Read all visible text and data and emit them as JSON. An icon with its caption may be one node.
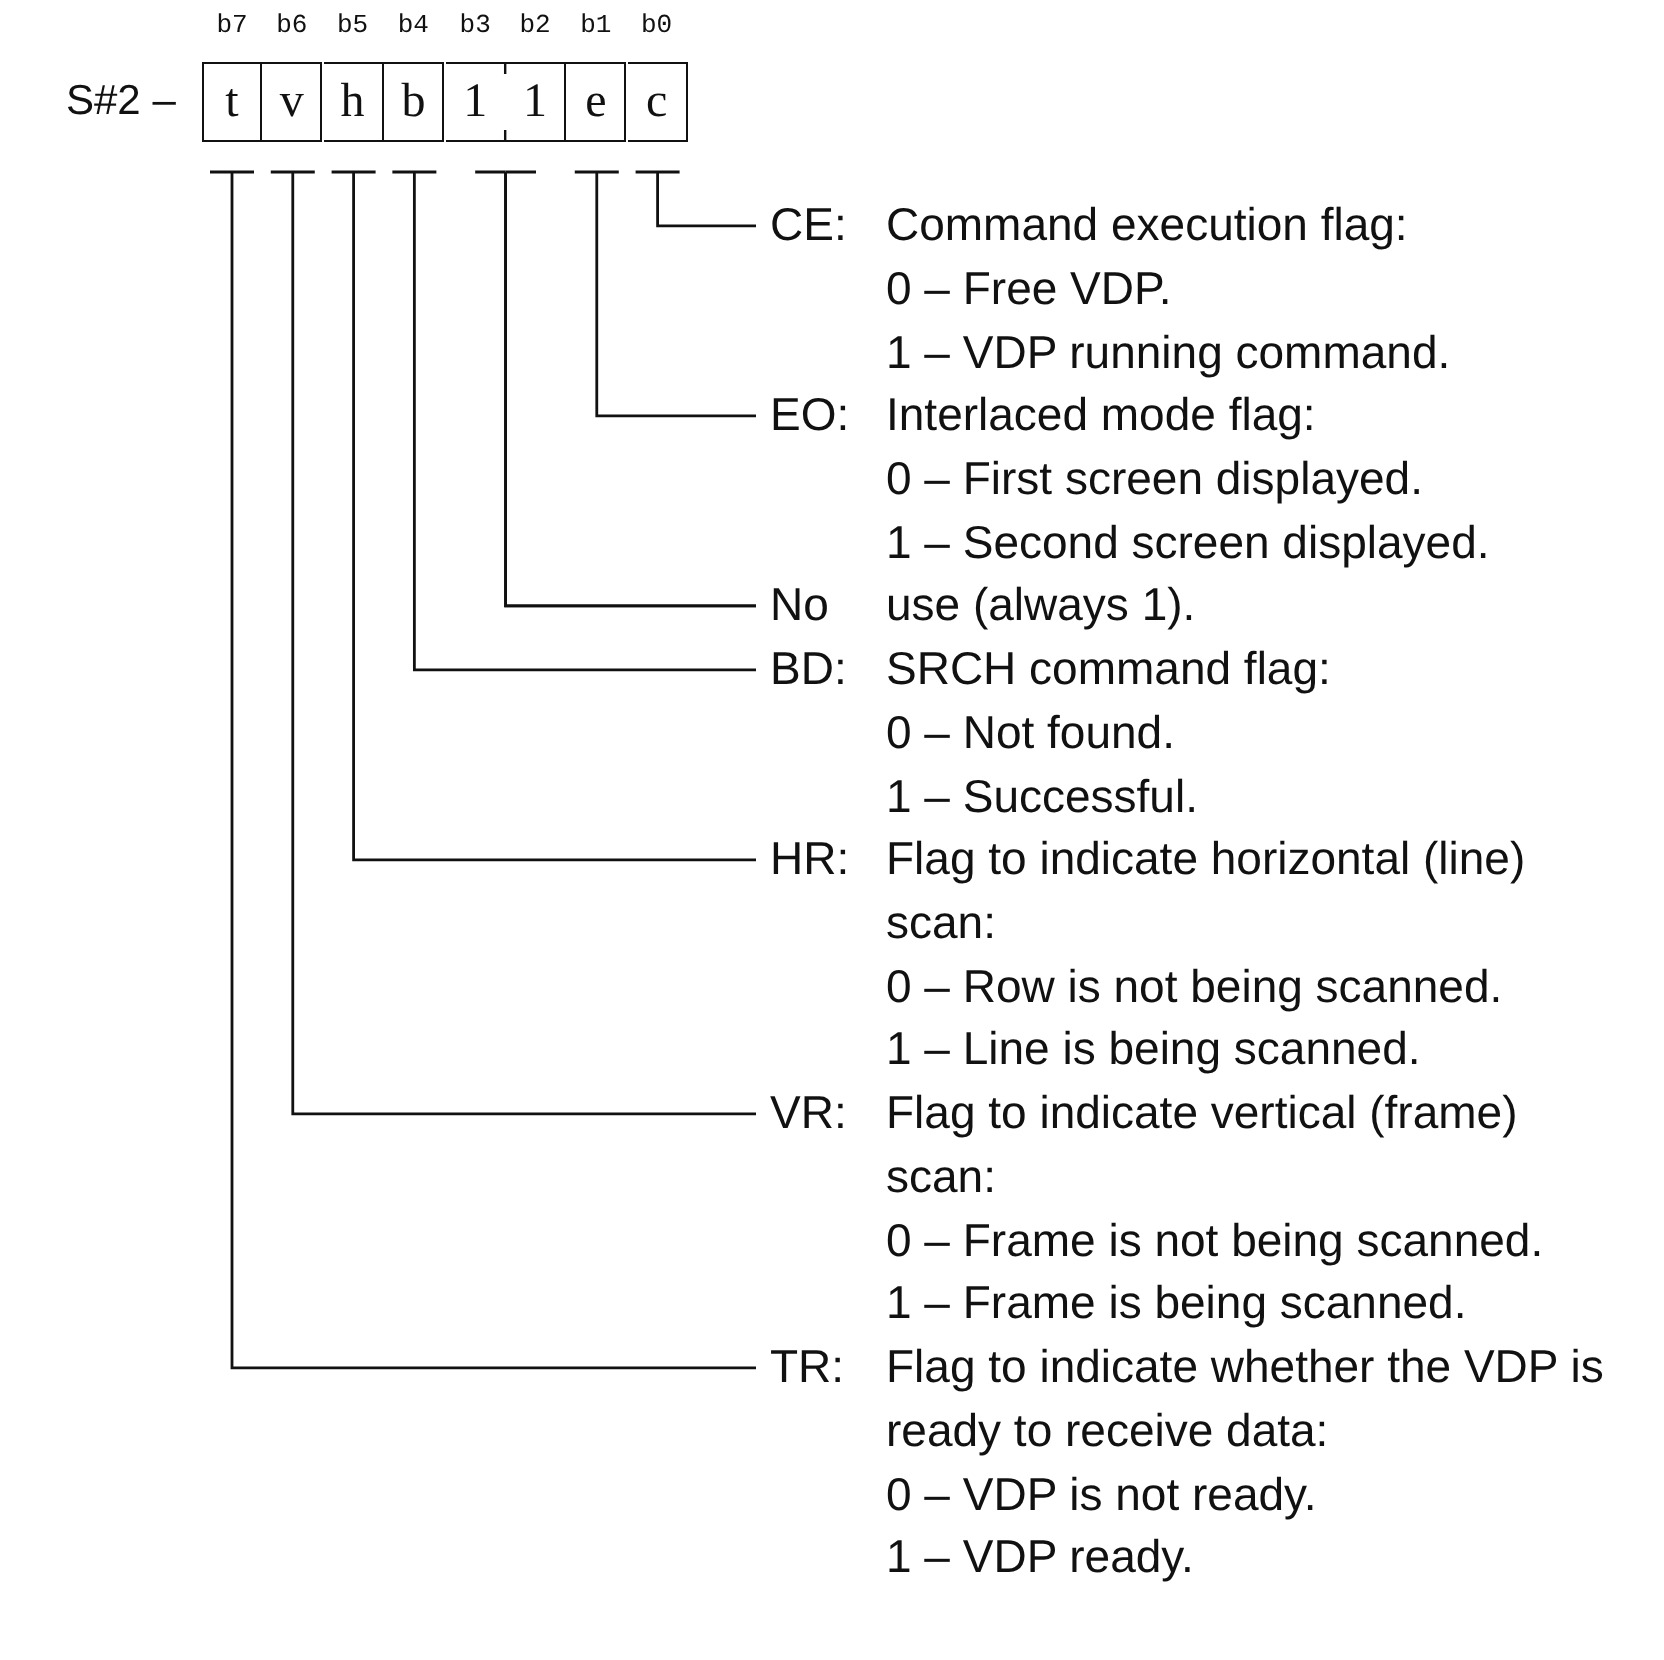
{
  "diagram": {
    "nodes": [
      {
        "text": [
          "t"
        ],
        "beside": [
          "b7"
        ]
      },
      {
        "text": [
          "v"
        ],
        "beside": [
          "b6"
        ]
      },
      {
        "text": [
          "h"
        ],
        "beside": [
          "b5"
        ]
      },
      {
        "text": [
          "b"
        ],
        "beside": [
          "b4"
        ]
      },
      {
        "text": [
          "1"
        ],
        "beside": [
          "b3"
        ]
      },
      {
        "text": [
          "1"
        ],
        "beside": [
          "b2"
        ]
      },
      {
        "text": [
          "e"
        ],
        "beside": [
          "b1"
        ]
      },
      {
        "text": [
          "c"
        ],
        "beside": [
          "b0"
        ]
      },
      {
        "text": [
          "CE:",
          "Command execution flag:",
          "0 – Free VDP.",
          "1 – VDP running command."
        ]
      },
      {
        "text": [
          "EO:",
          "Interlaced mode flag:",
          "0 – First screen displayed.",
          "1 – Second screen displayed."
        ]
      },
      {
        "text": [
          "No",
          "use (always 1)."
        ]
      },
      {
        "text": [
          "BD:",
          "SRCH command flag:",
          "0 – Not found.",
          "1 – Successful."
        ]
      },
      {
        "text": [
          "HR:",
          "Flag to indicate horizontal (line) scan:",
          "0 – Row is not being scanned.",
          "1 – Line is being scanned."
        ]
      },
      {
        "text": [
          "VR:",
          "Flag to indicate vertical (frame) scan:",
          "0 – Frame is not being scanned.",
          "1 – Frame is being scanned."
        ]
      },
      {
        "text": [
          "TR:",
          "Flag to indicate whether the VDP is ready to receive data:",
          "0 – VDP is not ready.",
          "1 – VDP ready."
        ]
      }
    ],
    "edges": [
      {
        "from": 7,
        "to": 8,
        "arrow": "none"
      },
      {
        "from": 6,
        "to": 9,
        "arrow": "none"
      },
      {
        "from": 4,
        "to": 10,
        "arrow": "none"
      },
      {
        "from": 5,
        "to": 10,
        "arrow": "none"
      },
      {
        "from": 3,
        "to": 11,
        "arrow": "none"
      },
      {
        "from": 2,
        "to": 12,
        "arrow": "none"
      },
      {
        "from": 1,
        "to": 13,
        "arrow": "none"
      },
      {
        "from": 0,
        "to": 14,
        "arrow": "none"
      }
    ],
    "labels": [
      "S#2 –"
    ]
  }
}
